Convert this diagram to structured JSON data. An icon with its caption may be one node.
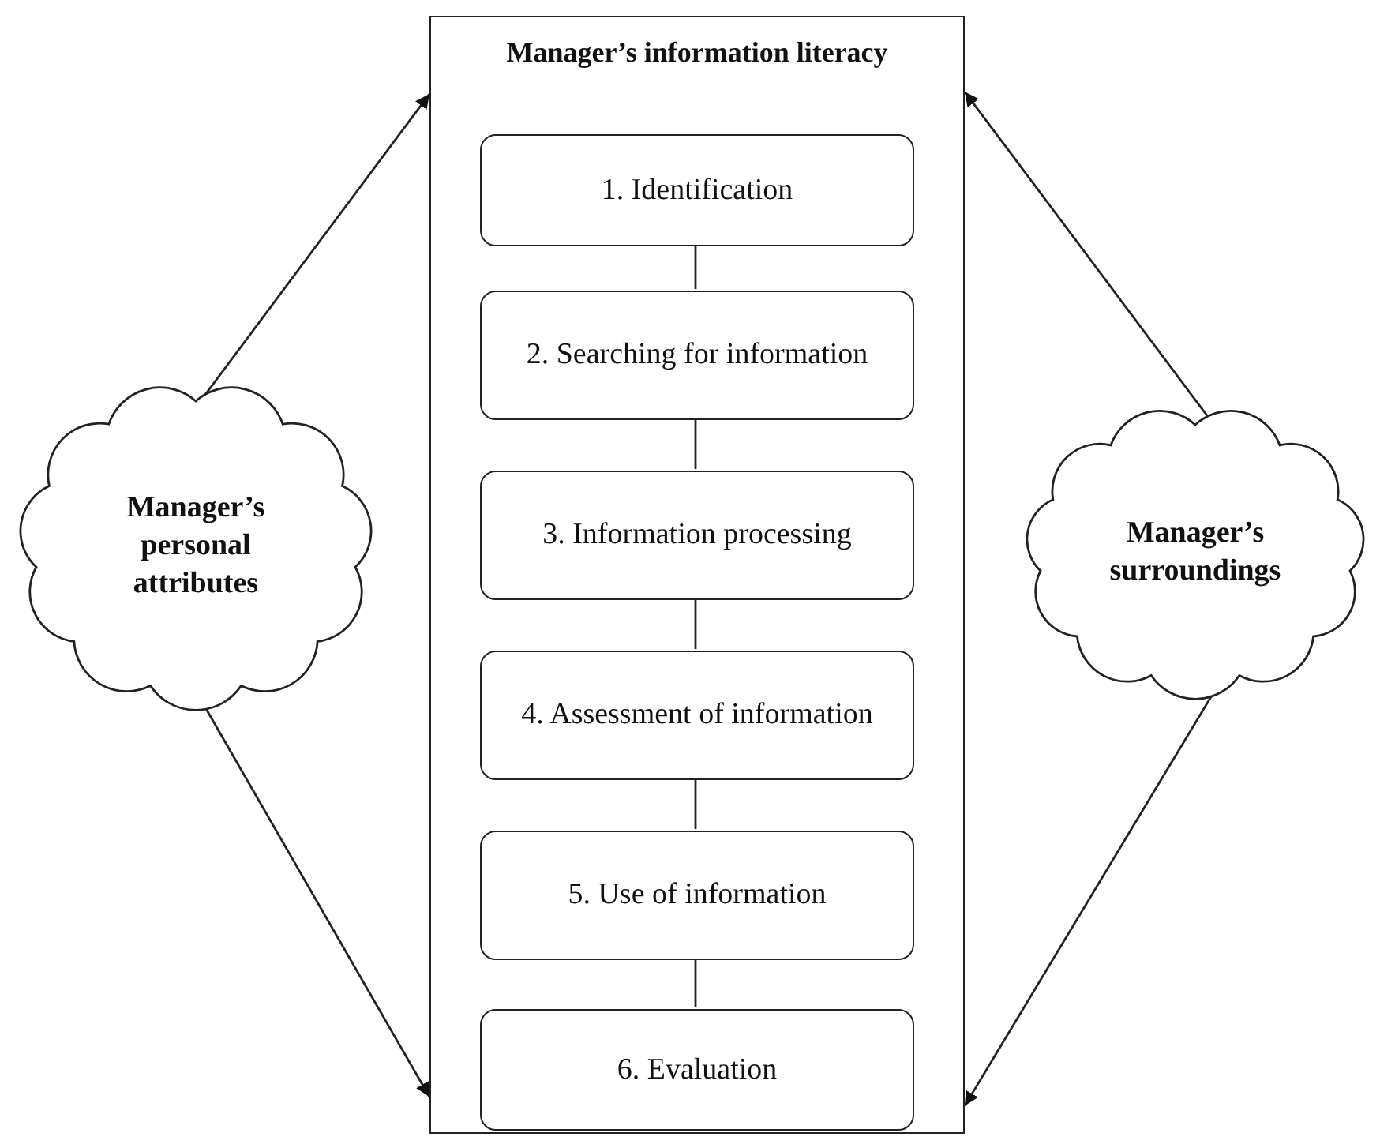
{
  "diagram": {
    "nodes": [
      {
        "text": [
          "Manager’s information literacy"
        ]
      },
      {
        "text": [
          "1. Identification"
        ],
        "in": 0
      },
      {
        "text": [
          "2. Searching for information"
        ],
        "in": 0
      },
      {
        "text": [
          "3. Information processing"
        ],
        "in": 0
      },
      {
        "text": [
          "4. Assessment of information"
        ],
        "in": 0
      },
      {
        "text": [
          "5. Use of information"
        ],
        "in": 0
      },
      {
        "text": [
          "6. Evaluation"
        ],
        "in": 0
      },
      {
        "text": [
          "Manager’s personal attributes"
        ]
      },
      {
        "text": [
          "Manager’s surroundings"
        ]
      }
    ],
    "edges": [
      {
        "from": 1,
        "to": 2,
        "arrow": "none"
      },
      {
        "from": 2,
        "to": 3,
        "arrow": "none"
      },
      {
        "from": 3,
        "to": 4,
        "arrow": "none"
      },
      {
        "from": 4,
        "to": 5,
        "arrow": "none"
      },
      {
        "from": 5,
        "to": 6,
        "arrow": "none"
      },
      {
        "from": 7,
        "to": 0,
        "arrow": "to"
      },
      {
        "from": 7,
        "to": 0,
        "arrow": "to"
      },
      {
        "from": 8,
        "to": 0,
        "arrow": "to"
      },
      {
        "from": 8,
        "to": 0,
        "arrow": "to"
      }
    ]
  }
}
